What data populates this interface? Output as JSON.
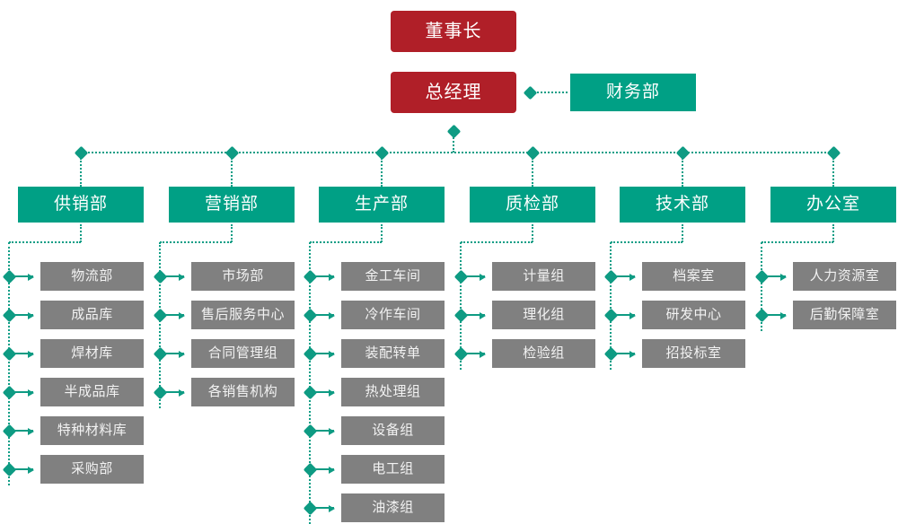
{
  "colors": {
    "executive": "#B01F28",
    "department": "#00A085",
    "unit": "#808080",
    "connector": "#0E9B83",
    "background": "#FFFFFF"
  },
  "chart_title": "",
  "executives": [
    {
      "id": "chairman",
      "label": "董事长"
    },
    {
      "id": "general-manager",
      "label": "总经理"
    }
  ],
  "staff": [
    {
      "id": "finance",
      "label": "财务部"
    }
  ],
  "departments": [
    {
      "id": "supply-sales",
      "label": "供销部",
      "units": [
        {
          "label": "物流部"
        },
        {
          "label": "成品库"
        },
        {
          "label": "焊材库"
        },
        {
          "label": "半成品库"
        },
        {
          "label": "特种材料库"
        },
        {
          "label": "采购部"
        }
      ]
    },
    {
      "id": "marketing",
      "label": "营销部",
      "units": [
        {
          "label": "市场部"
        },
        {
          "label": "售后服务中心"
        },
        {
          "label": "合同管理组"
        },
        {
          "label": "各销售机构"
        }
      ]
    },
    {
      "id": "production",
      "label": "生产部",
      "units": [
        {
          "label": "金工车间"
        },
        {
          "label": "冷作车间"
        },
        {
          "label": "装配转单"
        },
        {
          "label": "热处理组"
        },
        {
          "label": "设备组"
        },
        {
          "label": "电工组"
        },
        {
          "label": "油漆组"
        }
      ]
    },
    {
      "id": "quality-inspection",
      "label": "质检部",
      "units": [
        {
          "label": "计量组"
        },
        {
          "label": "理化组"
        },
        {
          "label": "检验组"
        }
      ]
    },
    {
      "id": "technology",
      "label": "技术部",
      "units": [
        {
          "label": "档案室"
        },
        {
          "label": "研发中心"
        },
        {
          "label": "招投标室"
        }
      ]
    },
    {
      "id": "office",
      "label": "办公室",
      "units": [
        {
          "label": "人力资源室"
        },
        {
          "label": "后勤保障室"
        }
      ]
    }
  ]
}
